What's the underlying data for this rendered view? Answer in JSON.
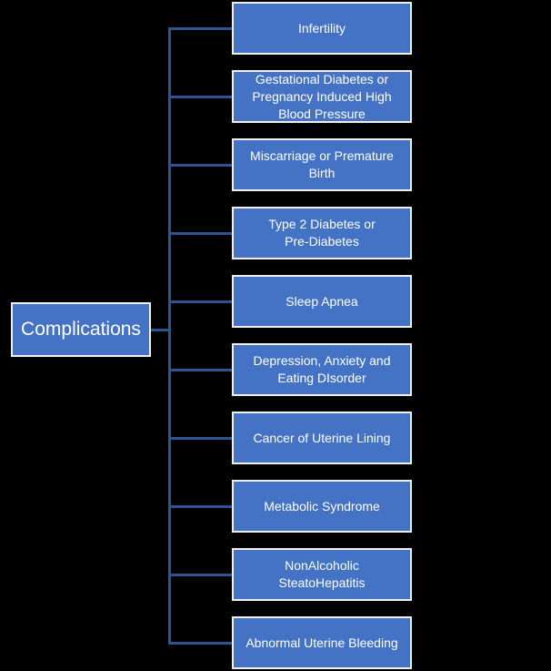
{
  "diagram": {
    "type": "hierarchy",
    "root": {
      "label": "Complications"
    },
    "children": [
      {
        "label": "Infertility"
      },
      {
        "label": "Gestational Diabetes or\nPregnancy Induced High\nBlood Pressure"
      },
      {
        "label": "Miscarriage or Premature\nBirth"
      },
      {
        "label": "Type 2 Diabetes or\nPre-Diabetes"
      },
      {
        "label": "Sleep Apnea"
      },
      {
        "label": "Depression, Anxiety and\nEating DIsorder"
      },
      {
        "label": "Cancer of Uterine Lining"
      },
      {
        "label": "Metabolic Syndrome"
      },
      {
        "label": "NonAlcoholic\nSteatoHepatitis"
      },
      {
        "label": "Abnormal Uterine Bleeding"
      }
    ],
    "colors": {
      "background": "#000000",
      "node_fill": "#4472C4",
      "node_border": "#F0F0F0",
      "connector": "#2F5390",
      "text": "#FFFFFF"
    }
  }
}
